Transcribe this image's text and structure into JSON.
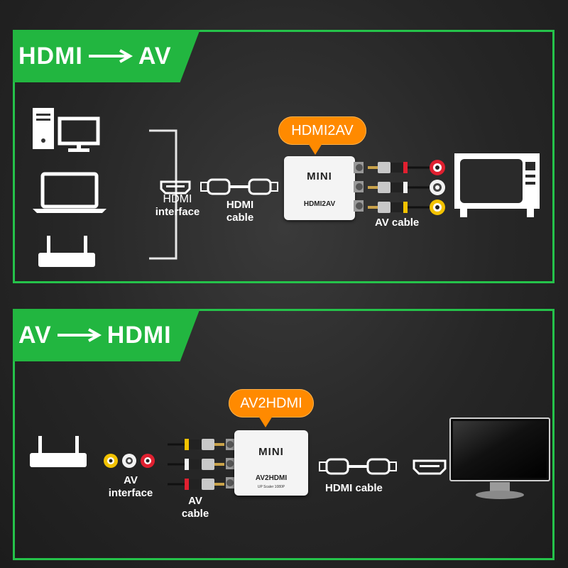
{
  "top": {
    "tag_left": "HDMI",
    "tag_right": "AV",
    "bubble": "HDMI2AV",
    "device_mini": "MINI",
    "device_model": "HDMI2AV",
    "hdmi_interface_line1": "HDMI",
    "hdmi_interface_line2": "interface",
    "hdmi_cable_line1": "HDMI",
    "hdmi_cable_line2": "cable",
    "av_cable": "AV  cable"
  },
  "bottom": {
    "tag_left": "AV",
    "tag_right": "HDMI",
    "bubble": "AV2HDMI",
    "device_mini": "MINI",
    "device_model": "AV2HDMI",
    "device_sub": "UP Scaler 1080P",
    "av_interface_line1": "AV",
    "av_interface_line2": "interface",
    "av_cable_line1": "AV",
    "av_cable_line2": "cable",
    "hdmi_cable": "HDMI  cable"
  },
  "colors": {
    "accent_green": "#22b640",
    "bubble_orange": "#ff8a00",
    "rca_red": "#e02030",
    "rca_white": "#f2f2f2",
    "rca_yellow": "#f2c200"
  },
  "icons": [
    "desktop-pc-icon",
    "laptop-icon",
    "router-icon",
    "tv-icon",
    "monitor-icon",
    "hdmi-port-icon",
    "rca-jack-icon"
  ]
}
